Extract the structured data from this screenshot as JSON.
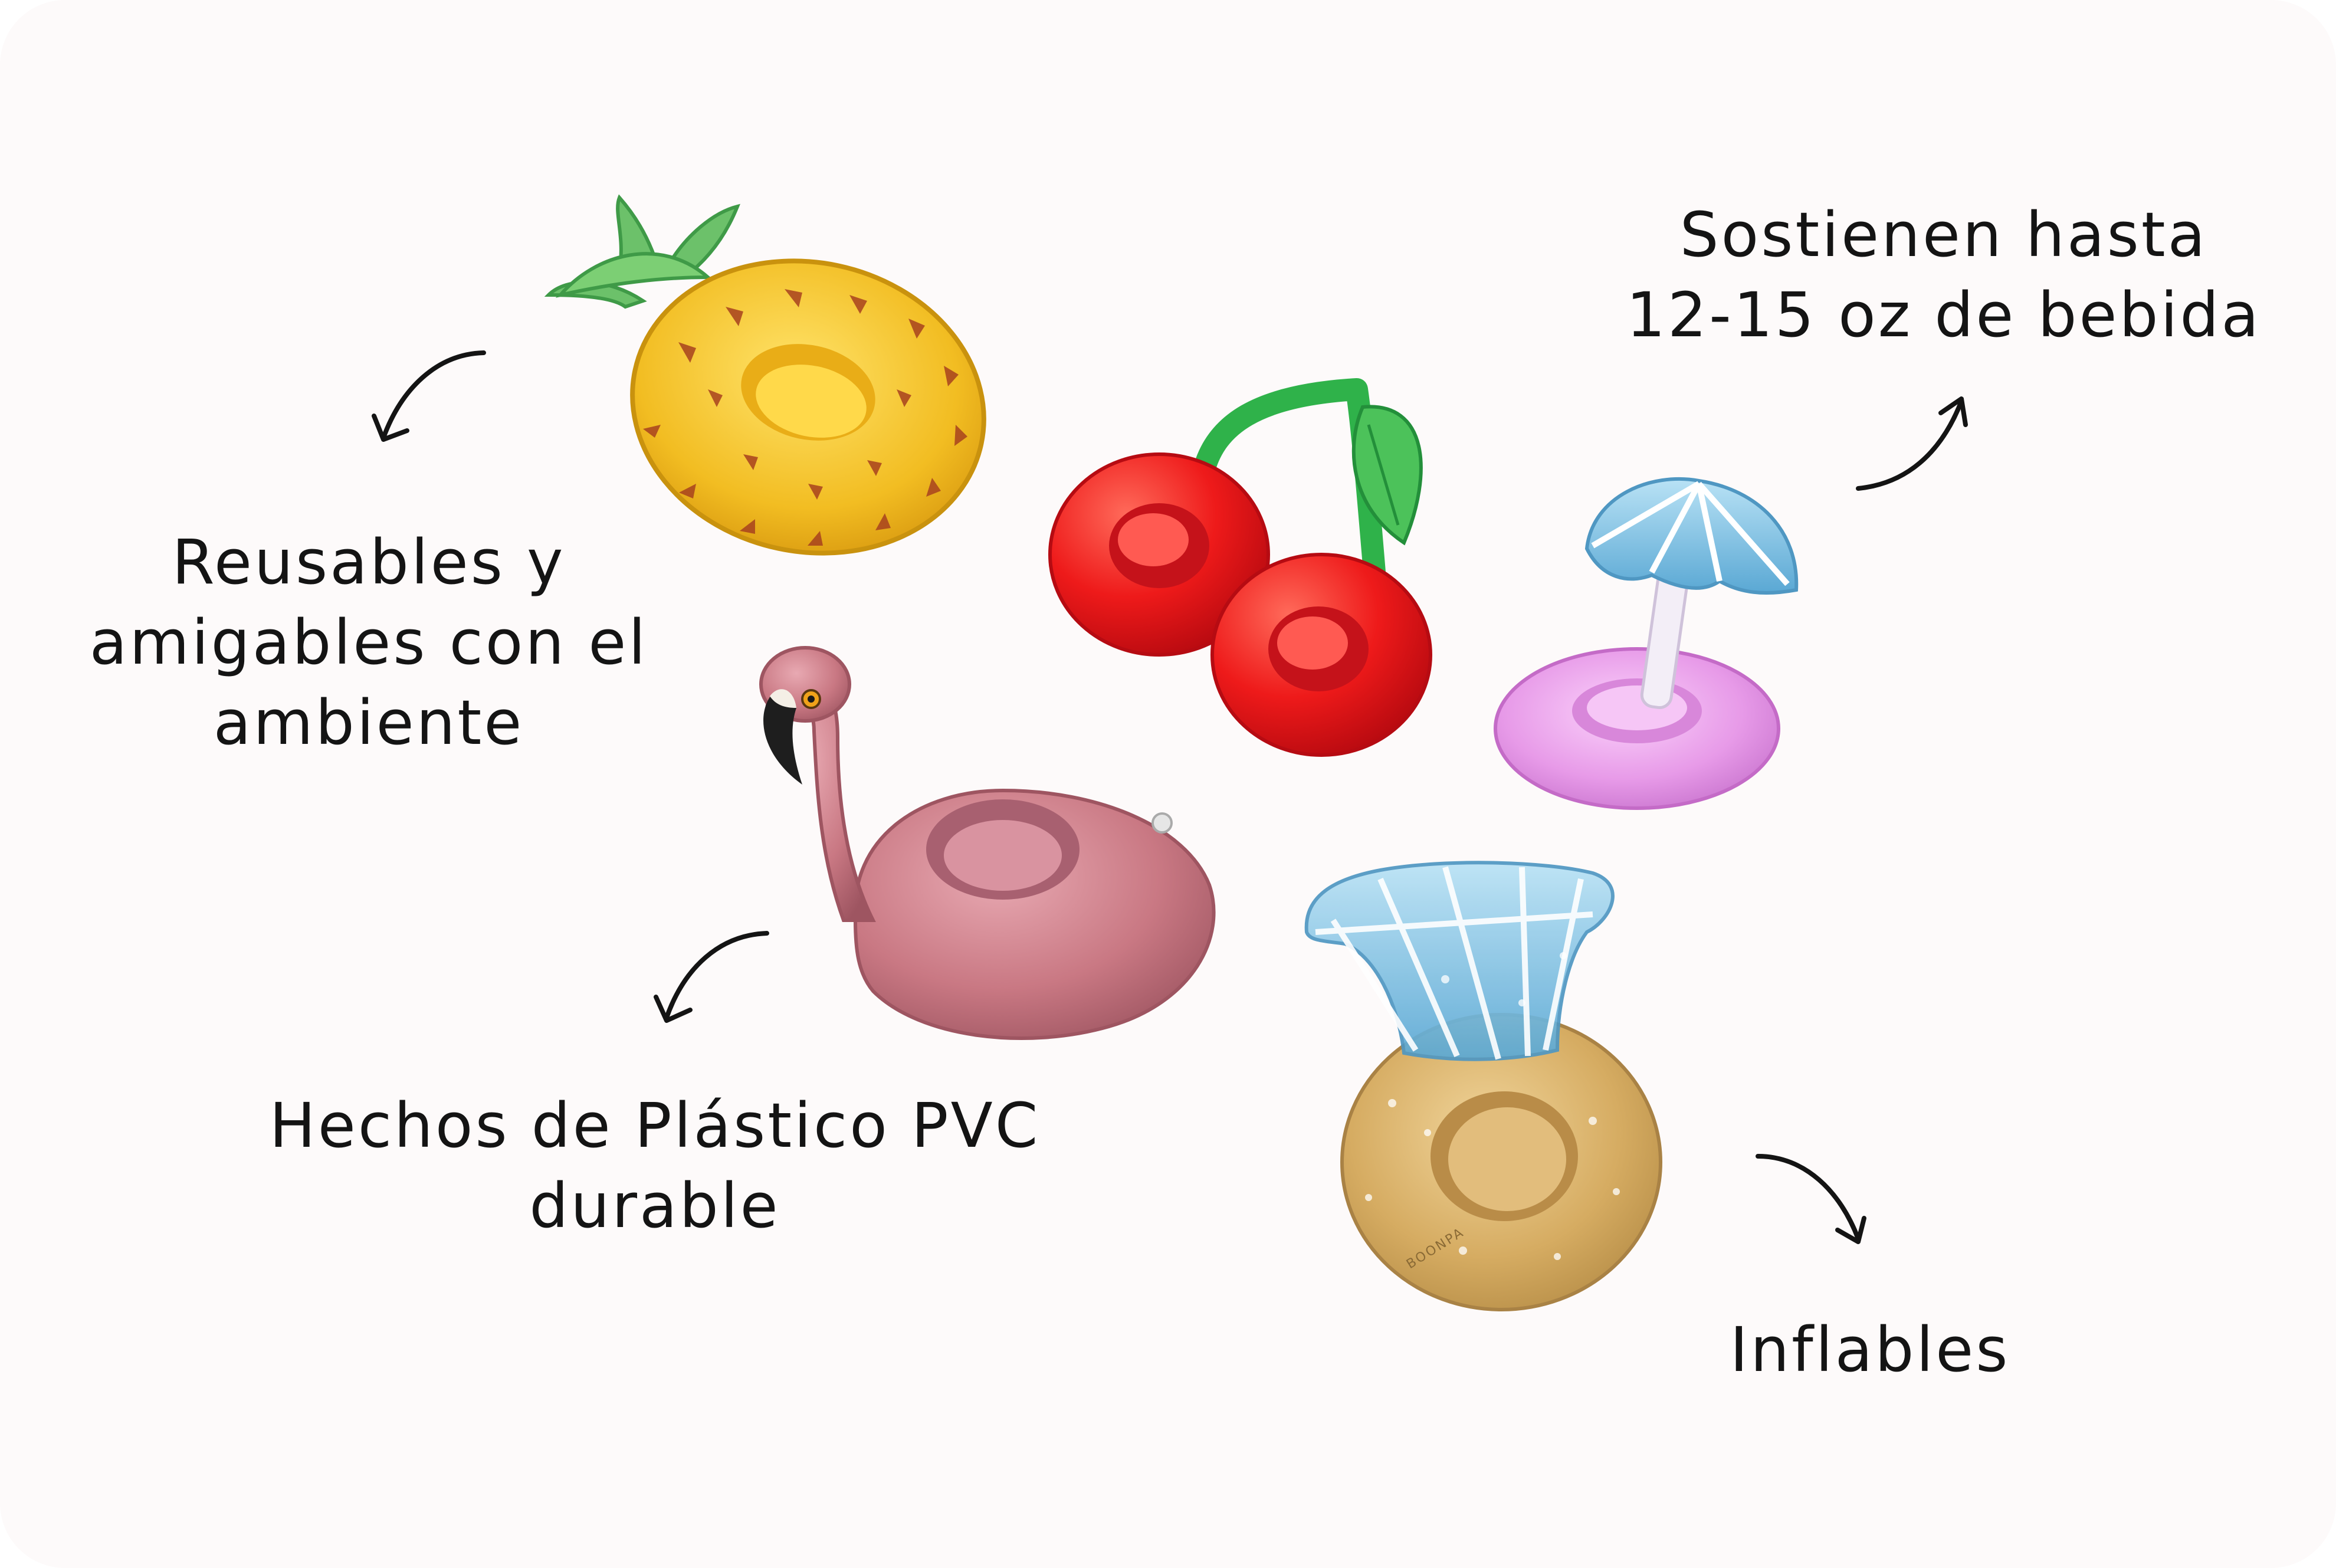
{
  "captions": {
    "reusable": {
      "line1": "Reusables y",
      "line2": "amigables con el",
      "line3": "ambiente"
    },
    "capacity": {
      "line1": "Sostienen hasta",
      "line2": "12-15 oz de bebida"
    },
    "material": {
      "line1": "Hechos de Plástico PVC",
      "line2": "durable"
    },
    "inflatable": {
      "line1": "Inflables"
    },
    "brand_mark": "BOONPA"
  },
  "colors": {
    "background": "#fdfafa",
    "text": "#141414",
    "pineapple": "#f4c52a",
    "pineapple_leaf": "#6fc26b",
    "cherry": "#e8141a",
    "cherry_stem": "#2fb24a",
    "umbrella": "#7fb8d8",
    "umbrella_ring": "#e89ae6",
    "flamingo": "#c97a86",
    "diamond": "#8ccbe8",
    "gold_ring": "#d8b06a"
  }
}
